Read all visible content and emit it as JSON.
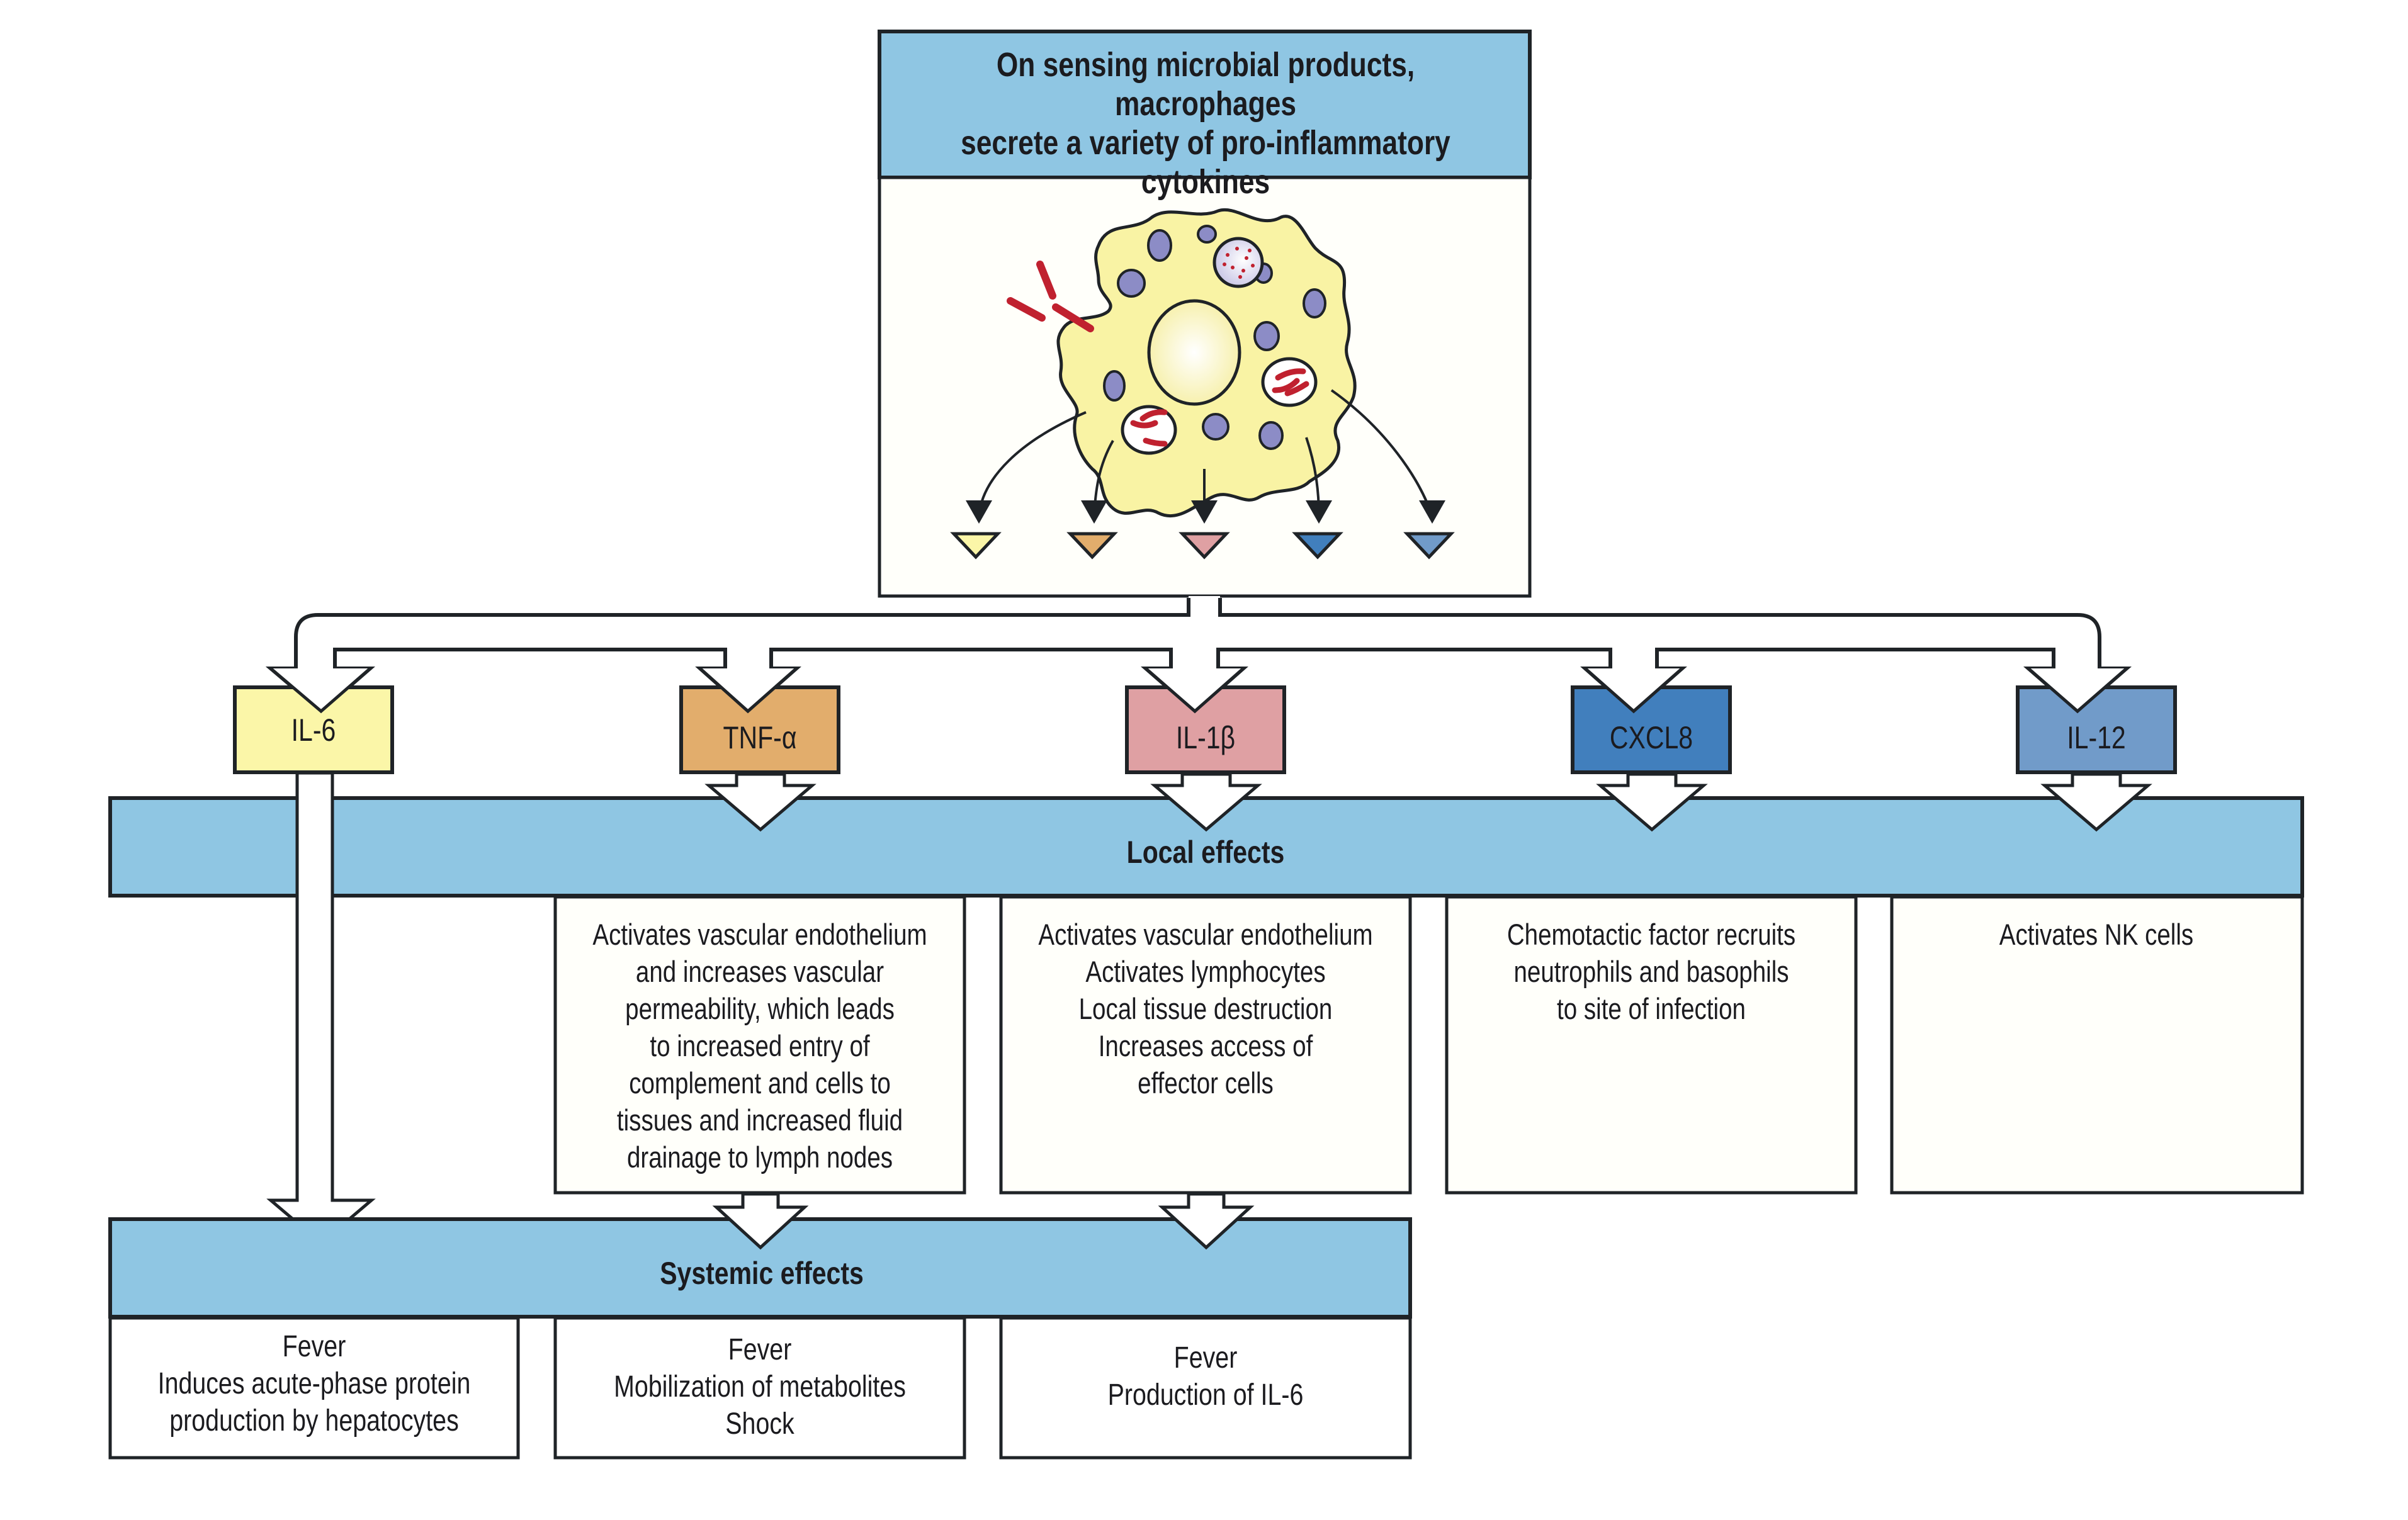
{
  "header": {
    "title_lines": [
      "On sensing microbial products, macrophages",
      "secrete a variety of pro-inflammatory",
      "cytokines"
    ]
  },
  "colors": {
    "header_band": "#8fc6e3",
    "panel_bg": "#fffffa",
    "cell_fill": "#f9f3a4",
    "granule": "#8c8cc6",
    "bacteria": "#c0212f",
    "outline": "#1f2327",
    "il6": "#fbf6a8",
    "tnfa": "#e2ad6c",
    "il1b": "#dfa0a3",
    "cxcl8": "#417fbd",
    "il12": "#719bc9"
  },
  "cytokines": [
    {
      "id": "il6",
      "label": "IL-6"
    },
    {
      "id": "tnfa",
      "label": "TNF-α"
    },
    {
      "id": "il1b",
      "label": "IL-1β"
    },
    {
      "id": "cxcl8",
      "label": "CXCL8"
    },
    {
      "id": "il12",
      "label": "IL-12"
    }
  ],
  "local_effects": {
    "heading": "Local effects",
    "boxes": [
      {
        "cytokine": "TNF-α",
        "lines": [
          "Activates vascular endothelium",
          "and increases vascular",
          "permeability, which leads",
          "to increased entry of",
          "complement and cells to",
          "tissues and increased fluid",
          "drainage to lymph nodes"
        ]
      },
      {
        "cytokine": "IL-1β",
        "lines": [
          "Activates vascular endothelium",
          "Activates lymphocytes",
          "Local tissue destruction",
          "Increases access of",
          "effector cells"
        ]
      },
      {
        "cytokine": "CXCL8",
        "lines": [
          "Chemotactic factor recruits",
          "neutrophils and basophils",
          "to site of infection"
        ]
      },
      {
        "cytokine": "IL-12",
        "lines": [
          "Activates NK cells"
        ]
      }
    ]
  },
  "systemic_effects": {
    "heading": "Systemic effects",
    "boxes": [
      {
        "cytokine": "IL-6",
        "lines": [
          "Fever",
          "Induces acute-phase protein",
          "production by hepatocytes"
        ]
      },
      {
        "cytokine": "TNF-α",
        "lines": [
          "Fever",
          "Mobilization of metabolites",
          "Shock"
        ]
      },
      {
        "cytokine": "IL-1β",
        "lines": [
          "Fever",
          "Production of IL-6"
        ]
      }
    ]
  }
}
